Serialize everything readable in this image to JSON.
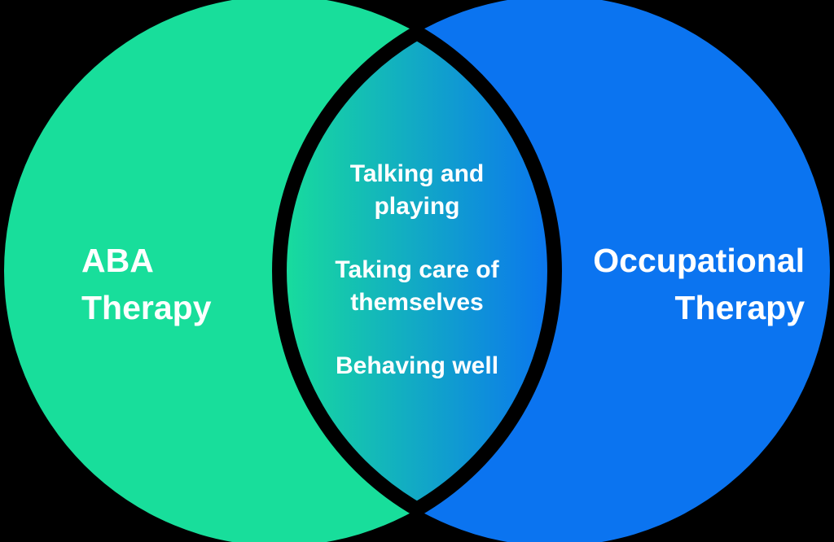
{
  "diagram": {
    "type": "venn",
    "background_color": "#000000",
    "text_color": "#FFFFFF",
    "left_circle": {
      "label_line1": "ABA",
      "label_line2": "Therapy",
      "color": "#18DE9B"
    },
    "right_circle": {
      "label_line1": "Occupational",
      "label_line2": "Therapy",
      "color": "#0B74F0"
    },
    "overlap": {
      "gradient_start": "#18DE9B",
      "gradient_end": "#0B74F0",
      "gap_color": "#000000",
      "items": [
        {
          "line1": "Talking and",
          "line2": "playing"
        },
        {
          "line1": "Taking care of",
          "line2": "themselves"
        },
        {
          "line1": "Behaving well"
        }
      ]
    }
  }
}
